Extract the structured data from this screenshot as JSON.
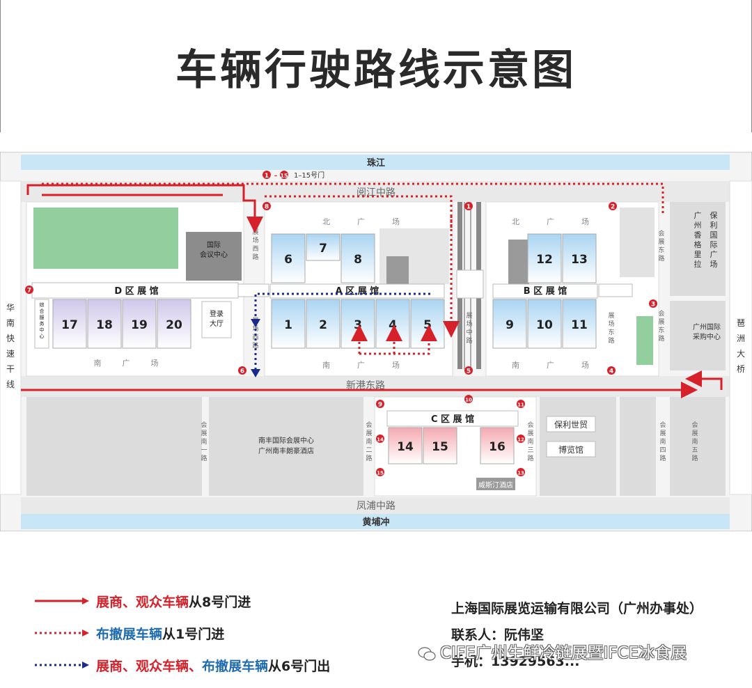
{
  "title": "车辆行驶路线示意图",
  "map": {
    "rivers": {
      "top": "珠江",
      "bottom": "黄埔冲"
    },
    "gate_range": {
      "start": "1",
      "end": "15",
      "label": "1–15号门"
    },
    "roads": {
      "north": "阅江中路",
      "middle": "新港东路",
      "south": "凤浦中路",
      "west_expressway": "华南快速干线",
      "east_bridge": "琶洲大桥",
      "zhanchang_west": "展场西路",
      "zhanchang_middle": "展场中路",
      "zhanchang_east": "展场东路",
      "huizhan_east": "会展东路",
      "huizhan_south_1": "会展南一路",
      "huizhan_south_2": "会展南二路",
      "huizhan_south_3": "会展南三路",
      "huizhan_south_4": "会展南四路",
      "huizhan_south_5": "会展南五路"
    },
    "plazas": {
      "north": [
        "北",
        "广",
        "场"
      ],
      "south": [
        "南",
        "广",
        "场"
      ]
    },
    "zones": {
      "A": "A 区 展 馆",
      "B": "B 区 展 馆",
      "C": "C 区 展 馆",
      "D": "D 区 展 馆"
    },
    "halls": {
      "A": [
        "1",
        "2",
        "3",
        "4",
        "5",
        "6",
        "7",
        "8"
      ],
      "B": [
        "9",
        "10",
        "11",
        "12",
        "13"
      ],
      "C": [
        "14",
        "15",
        "16"
      ],
      "D": [
        "17",
        "18",
        "19",
        "20"
      ]
    },
    "buildings": {
      "conference": "国际会议中心",
      "registration": "登录大厅",
      "service": "综合服务中心",
      "nanfeng_line1": "南丰国际会展中心",
      "nanfeng_line2": "广州南丰朗豪酒店",
      "westin": "威斯汀酒店",
      "poly_world": "保利世贸",
      "expo_hall": "博览馆",
      "poly_plaza": "保利国际广场",
      "poly_shangri": "广州香格里拉",
      "purchasing": "广州国际采购中心"
    },
    "gates": [
      "1",
      "2",
      "3",
      "4",
      "5",
      "6",
      "7",
      "8",
      "9",
      "10",
      "11",
      "12",
      "13",
      "14",
      "15"
    ]
  },
  "legend": {
    "item1": {
      "red": "展商、观众车辆",
      "black": "从8号门进"
    },
    "item2": {
      "blue": "布撤展车辆",
      "black": "从1号门进"
    },
    "item3": {
      "red": "展商、观众车辆、",
      "blue": "布撤展车辆",
      "black": "从6号门出"
    }
  },
  "company": {
    "name": "上海国际展览运输有限公司（广州办事处）",
    "contact_label": "联系人：",
    "contact_name": "阮伟坚",
    "phone_label": "手机：",
    "phone": "13929563..."
  },
  "watermark": "CIFE广州生鲜冷链展暨IFCE冰食展",
  "colors": {
    "red": "#d6202a",
    "blue": "#1f6cb0",
    "navy": "#1a2a8a",
    "river": "#c9e6f7",
    "road": "#ececec",
    "grass": "#93cf9e",
    "hall_blue": "#bfe0f6",
    "hall_violet": "#dcd6f0",
    "hall_red": "#f7c9cd"
  }
}
